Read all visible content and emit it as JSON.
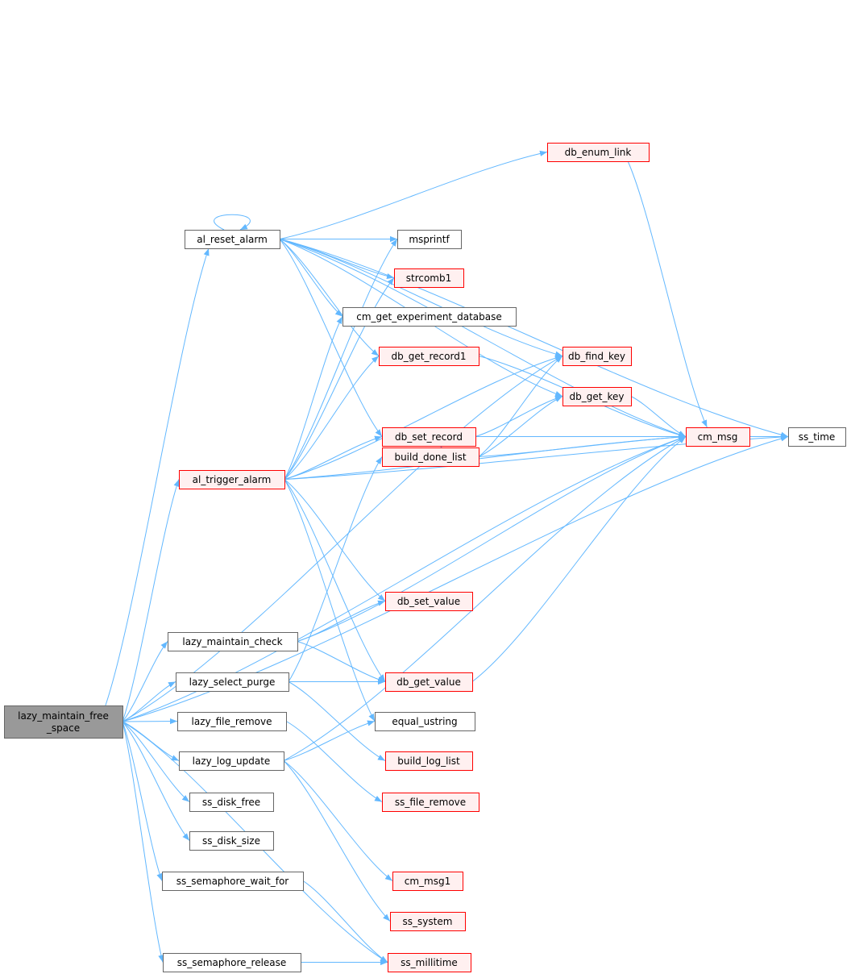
{
  "colors": {
    "edge": "#63b8ff",
    "root_fill": "#999999",
    "red_border": "#ff0000",
    "red_fill": "#fff0f0"
  },
  "nodes": [
    {
      "id": "root",
      "label": [
        "lazy_maintain_free",
        "_space"
      ],
      "kind": "root"
    },
    {
      "id": "al_reset_alarm",
      "label": [
        "al_reset_alarm"
      ],
      "kind": "normal"
    },
    {
      "id": "al_trigger_alarm",
      "label": [
        "al_trigger_alarm"
      ],
      "kind": "red"
    },
    {
      "id": "lazy_maintain_check",
      "label": [
        "lazy_maintain_check"
      ],
      "kind": "normal"
    },
    {
      "id": "lazy_select_purge",
      "label": [
        "lazy_select_purge"
      ],
      "kind": "normal"
    },
    {
      "id": "lazy_file_remove",
      "label": [
        "lazy_file_remove"
      ],
      "kind": "normal"
    },
    {
      "id": "lazy_log_update",
      "label": [
        "lazy_log_update"
      ],
      "kind": "normal"
    },
    {
      "id": "ss_disk_free",
      "label": [
        "ss_disk_free"
      ],
      "kind": "normal"
    },
    {
      "id": "ss_disk_size",
      "label": [
        "ss_disk_size"
      ],
      "kind": "normal"
    },
    {
      "id": "ss_semaphore_wait_for",
      "label": [
        "ss_semaphore_wait_for"
      ],
      "kind": "normal"
    },
    {
      "id": "ss_semaphore_release",
      "label": [
        "ss_semaphore_release"
      ],
      "kind": "normal"
    },
    {
      "id": "db_enum_link",
      "label": [
        "db_enum_link"
      ],
      "kind": "red"
    },
    {
      "id": "msprintf",
      "label": [
        "msprintf"
      ],
      "kind": "normal"
    },
    {
      "id": "strcomb1",
      "label": [
        "strcomb1"
      ],
      "kind": "red"
    },
    {
      "id": "cm_get_experiment_database",
      "label": [
        "cm_get_experiment_database"
      ],
      "kind": "normal"
    },
    {
      "id": "db_get_record1",
      "label": [
        "db_get_record1"
      ],
      "kind": "red"
    },
    {
      "id": "db_find_key",
      "label": [
        "db_find_key"
      ],
      "kind": "red"
    },
    {
      "id": "db_get_key",
      "label": [
        "db_get_key"
      ],
      "kind": "red"
    },
    {
      "id": "cm_msg",
      "label": [
        "cm_msg"
      ],
      "kind": "red"
    },
    {
      "id": "ss_time",
      "label": [
        "ss_time"
      ],
      "kind": "normal"
    },
    {
      "id": "db_set_record",
      "label": [
        "db_set_record"
      ],
      "kind": "red"
    },
    {
      "id": "build_done_list",
      "label": [
        "build_done_list"
      ],
      "kind": "red"
    },
    {
      "id": "db_set_value",
      "label": [
        "db_set_value"
      ],
      "kind": "red"
    },
    {
      "id": "db_get_value",
      "label": [
        "db_get_value"
      ],
      "kind": "red"
    },
    {
      "id": "equal_ustring",
      "label": [
        "equal_ustring"
      ],
      "kind": "normal"
    },
    {
      "id": "build_log_list",
      "label": [
        "build_log_list"
      ],
      "kind": "red"
    },
    {
      "id": "ss_file_remove",
      "label": [
        "ss_file_remove"
      ],
      "kind": "red"
    },
    {
      "id": "cm_msg1",
      "label": [
        "cm_msg1"
      ],
      "kind": "red"
    },
    {
      "id": "ss_system",
      "label": [
        "ss_system"
      ],
      "kind": "red"
    },
    {
      "id": "ss_millitime",
      "label": [
        "ss_millitime"
      ],
      "kind": "red"
    }
  ],
  "edges": [
    [
      "root",
      "al_reset_alarm"
    ],
    [
      "root",
      "al_trigger_alarm"
    ],
    [
      "root",
      "lazy_maintain_check"
    ],
    [
      "root",
      "lazy_select_purge"
    ],
    [
      "root",
      "lazy_file_remove"
    ],
    [
      "root",
      "lazy_log_update"
    ],
    [
      "root",
      "ss_disk_free"
    ],
    [
      "root",
      "ss_disk_size"
    ],
    [
      "root",
      "ss_semaphore_wait_for"
    ],
    [
      "root",
      "ss_semaphore_release"
    ],
    [
      "root",
      "ss_millitime"
    ],
    [
      "root",
      "cm_msg"
    ],
    [
      "root",
      "ss_time"
    ],
    [
      "root",
      "db_find_key"
    ],
    [
      "al_reset_alarm",
      "al_reset_alarm"
    ],
    [
      "al_reset_alarm",
      "msprintf"
    ],
    [
      "al_reset_alarm",
      "strcomb1"
    ],
    [
      "al_reset_alarm",
      "cm_get_experiment_database"
    ],
    [
      "al_reset_alarm",
      "db_get_record1"
    ],
    [
      "al_reset_alarm",
      "db_set_record"
    ],
    [
      "al_reset_alarm",
      "cm_msg"
    ],
    [
      "al_reset_alarm",
      "ss_time"
    ],
    [
      "al_reset_alarm",
      "db_enum_link"
    ],
    [
      "al_reset_alarm",
      "db_find_key"
    ],
    [
      "al_reset_alarm",
      "db_get_key"
    ],
    [
      "al_trigger_alarm",
      "msprintf"
    ],
    [
      "al_trigger_alarm",
      "strcomb1"
    ],
    [
      "al_trigger_alarm",
      "cm_get_experiment_database"
    ],
    [
      "al_trigger_alarm",
      "db_get_record1"
    ],
    [
      "al_trigger_alarm",
      "db_find_key"
    ],
    [
      "al_trigger_alarm",
      "db_set_record"
    ],
    [
      "al_trigger_alarm",
      "cm_msg"
    ],
    [
      "al_trigger_alarm",
      "ss_time"
    ],
    [
      "al_trigger_alarm",
      "db_set_value"
    ],
    [
      "al_trigger_alarm",
      "db_get_value"
    ],
    [
      "al_trigger_alarm",
      "equal_ustring"
    ],
    [
      "lazy_maintain_check",
      "db_set_value"
    ],
    [
      "lazy_maintain_check",
      "cm_msg"
    ],
    [
      "lazy_maintain_check",
      "db_get_value"
    ],
    [
      "lazy_select_purge",
      "build_done_list"
    ],
    [
      "lazy_select_purge",
      "db_get_value"
    ],
    [
      "lazy_select_purge",
      "build_log_list"
    ],
    [
      "lazy_file_remove",
      "ss_file_remove"
    ],
    [
      "lazy_log_update",
      "equal_ustring"
    ],
    [
      "lazy_log_update",
      "cm_msg"
    ],
    [
      "lazy_log_update",
      "cm_msg1"
    ],
    [
      "lazy_log_update",
      "ss_system"
    ],
    [
      "ss_semaphore_wait_for",
      "ss_millitime"
    ],
    [
      "ss_semaphore_release",
      "ss_millitime"
    ],
    [
      "db_enum_link",
      "cm_msg"
    ],
    [
      "db_get_record1",
      "cm_msg"
    ],
    [
      "db_get_key",
      "cm_msg"
    ],
    [
      "db_set_record",
      "db_get_key"
    ],
    [
      "db_set_record",
      "cm_msg"
    ],
    [
      "build_done_list",
      "db_find_key"
    ],
    [
      "build_done_list",
      "db_get_key"
    ],
    [
      "build_done_list",
      "cm_msg"
    ],
    [
      "db_get_value",
      "cm_msg"
    ],
    [
      "cm_msg",
      "ss_time"
    ]
  ]
}
